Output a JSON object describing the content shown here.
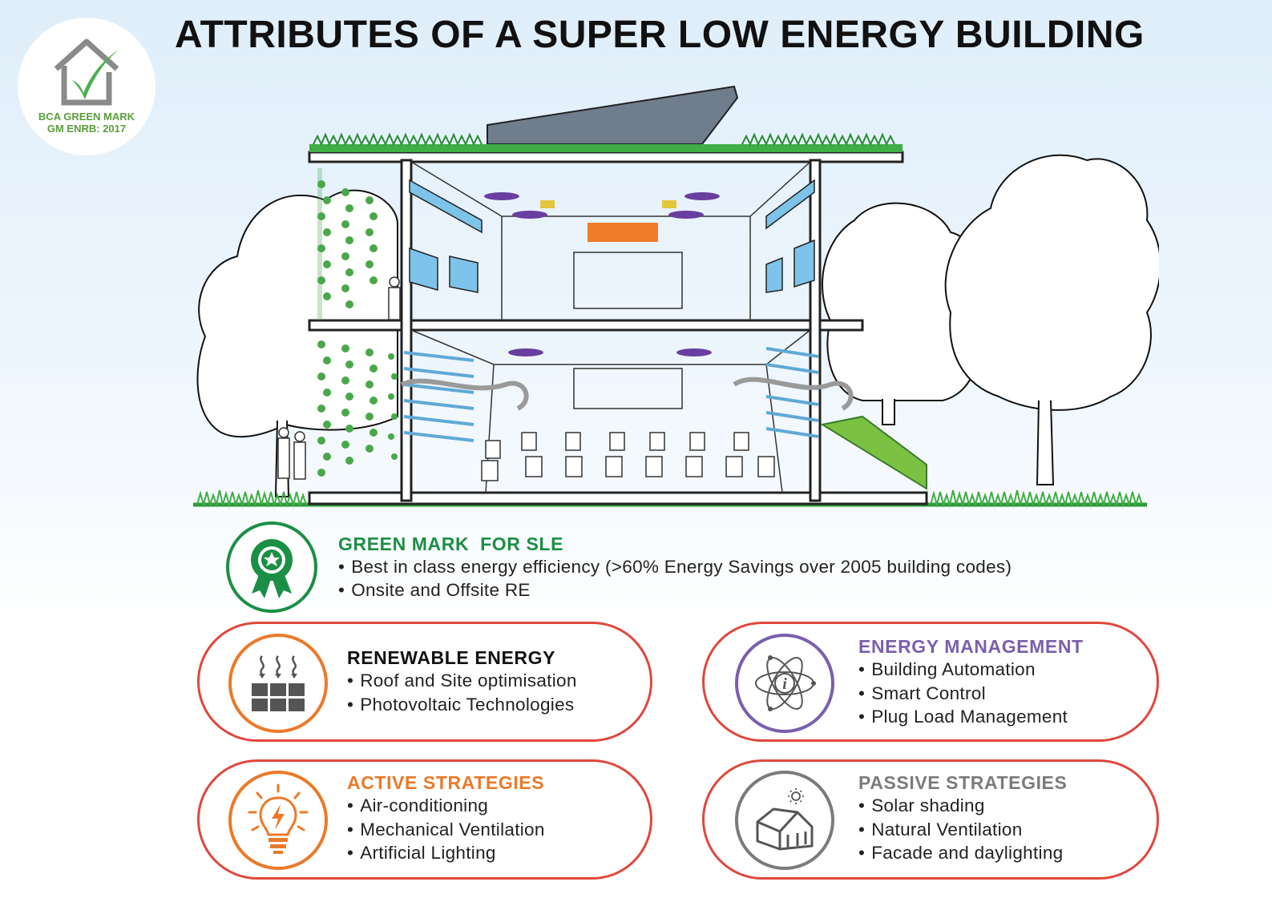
{
  "logo": {
    "line1": "BCA GREEN MARK",
    "line2": "GM ENRB: 2017",
    "icon": "house-check-icon"
  },
  "title": "ATTRIBUTES OF A SUPER LOW ENERGY BUILDING",
  "colors": {
    "green": "#1b8f45",
    "red_border": "#e0473c",
    "orange": "#ea7a2a",
    "purple": "#7a5fae",
    "grey": "#7b7b7b"
  },
  "sections": {
    "green_mark": {
      "heading": "GREEN MARK  FOR SLE",
      "icon": "award-ribbon-icon",
      "bullets": [
        "Best in class energy efficiency (>60% Energy Savings over 2005 building codes)",
        "Onsite and Offsite RE"
      ]
    },
    "renewable": {
      "heading": "RENEWABLE ENERGY",
      "icon": "solar-panel-icon",
      "bullets": [
        "Roof and Site optimisation",
        "Photovoltaic Technologies"
      ]
    },
    "energy_mgmt": {
      "heading": "ENERGY MANAGEMENT",
      "icon": "atom-info-icon",
      "bullets": [
        "Building Automation",
        "Smart Control",
        "Plug Load Management"
      ]
    },
    "active": {
      "heading": "ACTIVE STRATEGIES",
      "icon": "lightbulb-bolt-icon",
      "bullets": [
        "Air-conditioning",
        "Mechanical Ventilation",
        "Artificial Lighting"
      ]
    },
    "passive": {
      "heading": "PASSIVE STRATEGIES",
      "icon": "house-sun-icon",
      "bullets": [
        "Solar shading",
        "Natural Ventilation",
        "Facade and daylighting"
      ]
    }
  }
}
